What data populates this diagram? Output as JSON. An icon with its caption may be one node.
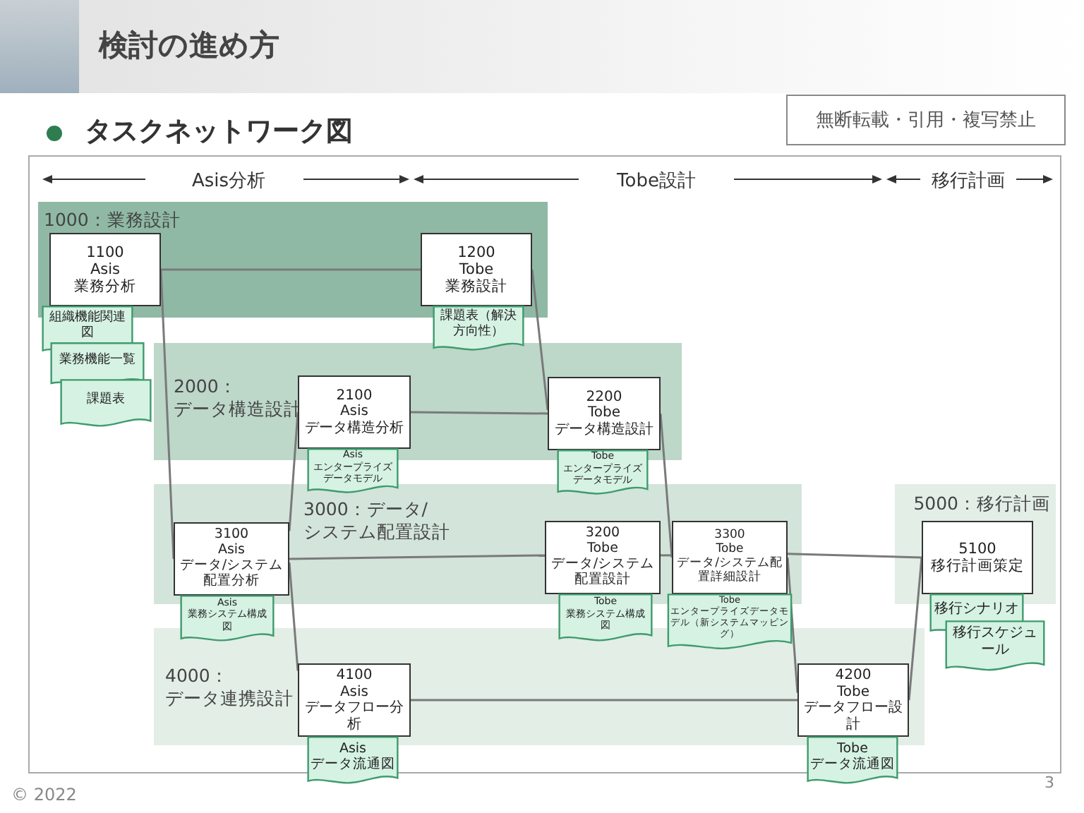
{
  "diagram": {
    "title": "検討の進め方",
    "nodes": [
      {
        "text": [
          "1000：業務設計"
        ]
      },
      {
        "text": [
          "1100 Asis 業務分析"
        ],
        "in": 0
      },
      {
        "text": [
          "組織機能関連図"
        ]
      },
      {
        "text": [
          "業務機能一覧"
        ]
      },
      {
        "text": [
          "課題表"
        ]
      },
      {
        "text": [
          "1200 Tobe 業務設計"
        ],
        "in": 0
      },
      {
        "text": [
          "課題表（解決方向性）"
        ]
      },
      {
        "text": [
          "2000：データ構造設計"
        ]
      },
      {
        "text": [
          "2100 Asis データ構造分析"
        ],
        "in": 7
      },
      {
        "text": [
          "Asis エンタープライズデータモデル"
        ]
      },
      {
        "text": [
          "2200 Tobe データ構造設計"
        ],
        "in": 7
      },
      {
        "text": [
          "Tobe エンタープライズデータモデル"
        ]
      },
      {
        "text": [
          "3000：データ/システム配置設計"
        ]
      },
      {
        "text": [
          "3100 Asis データ/システム配置分析"
        ],
        "in": 12
      },
      {
        "text": [
          "Asis 業務システム構成図"
        ]
      },
      {
        "text": [
          "3200 Tobe データ/システム配置設計"
        ],
        "in": 12
      },
      {
        "text": [
          "Tobe 業務システム構成図"
        ]
      },
      {
        "text": [
          "3300 Tobe データ/システム配置詳細設計"
        ],
        "in": 12
      },
      {
        "text": [
          "Tobe エンタープライズデータモデル（新システムマッピング）"
        ]
      },
      {
        "text": [
          "4000：データ連携設計"
        ]
      },
      {
        "text": [
          "4100 Asis データフロー分析"
        ],
        "in": 19
      },
      {
        "text": [
          "Asis データ流通図"
        ]
      },
      {
        "text": [
          "4200 Tobe データフロー設計"
        ],
        "in": 19
      },
      {
        "text": [
          "Tobe データ流通図"
        ]
      },
      {
        "text": [
          "5000：移行計画"
        ]
      },
      {
        "text": [
          "5100 移行計画策定"
        ],
        "in": 24
      },
      {
        "text": [
          "移行シナリオ"
        ]
      },
      {
        "text": [
          "移行スケジュール"
        ]
      }
    ],
    "edges": [
      {
        "from": 1,
        "to": 5,
        "arrow": "none"
      },
      {
        "from": 1,
        "to": 13,
        "arrow": "none"
      },
      {
        "from": 5,
        "to": 10,
        "arrow": "none"
      },
      {
        "from": 8,
        "to": 10,
        "arrow": "none"
      },
      {
        "from": 8,
        "to": 13,
        "arrow": "none"
      },
      {
        "from": 13,
        "to": 15,
        "arrow": "none"
      },
      {
        "from": 13,
        "to": 20,
        "arrow": "none"
      },
      {
        "from": 10,
        "to": 17,
        "arrow": "none"
      },
      {
        "from": 15,
        "to": 17,
        "arrow": "none"
      },
      {
        "from": 17,
        "to": 25,
        "arrow": "none"
      },
      {
        "from": 17,
        "to": 22,
        "arrow": "none"
      },
      {
        "from": 20,
        "to": 22,
        "arrow": "none"
      },
      {
        "from": 22,
        "to": 25,
        "arrow": "none"
      }
    ],
    "labels": [
      "タスクネットワーク図",
      "無断転載・引用・複写禁止",
      "Asis分析",
      "Tobe設計",
      "移行計画",
      "3",
      "© 2022"
    ]
  }
}
